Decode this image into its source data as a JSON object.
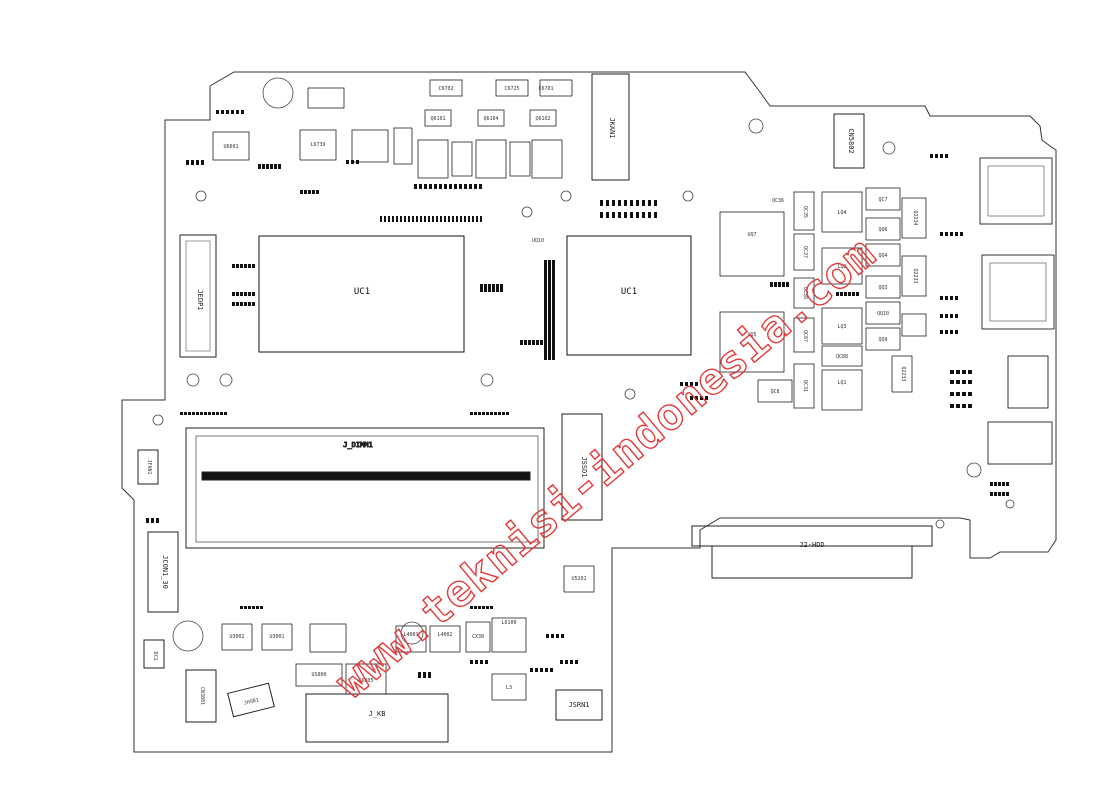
{
  "board": {
    "components": {
      "jkan1": "JKAN1",
      "cn5802": "CN5802",
      "jedp1": "JEDP1",
      "uc1_left": "UC1",
      "uc1_right": "UC1",
      "jdimm1": "J_DIMM1",
      "jssd1": "JSSD1",
      "jcon1_30": "JCON1_30",
      "j2_hdd": "J2-HDD",
      "j_kb": "J_KB",
      "jsrn1": "JSRN1",
      "jhsb1": "JHSB1",
      "jfan1": "JFAN1",
      "u6601": "U6601",
      "u3002": "U3002",
      "u3001": "U3001",
      "u5201": "U5201",
      "us800": "US800",
      "c6005": "C6005",
      "cx38": "CX38",
      "l4001": "L4001",
      "l4002": "L4002",
      "l6100": "L6100",
      "l3": "L3",
      "cn3801": "CN3801",
      "dc1": "DC1",
      "l6739": "L6739",
      "c6701": "C6701",
      "c6702": "C6702",
      "c6725": "C6725",
      "q6101": "Q6101",
      "q6104": "Q6104",
      "q6102": "Q6102",
      "uq7": "UQ7",
      "uq5": "UQ5",
      "qc35": "QC35",
      "qc37": "QC37",
      "qc38": "QC38",
      "qc87": "QC87",
      "lq1": "LQ1",
      "lq2": "LQ2",
      "lq3": "LQ3",
      "lq4": "LQ4",
      "qc8": "QC8",
      "qc88": "QC88",
      "q2233": "Q2233",
      "q2234": "Q2234",
      "qc7": "QC7",
      "qq6": "QQ6",
      "qq4": "QQ4",
      "qq3": "QQ3",
      "qq10": "QQ10",
      "qq9": "QQ9",
      "uq10": "UQ10",
      "qc36": "QC36",
      "qc31": "QC31"
    }
  },
  "watermark": {
    "text": "www.teknisi-indonesia.com",
    "color": "#e23a3a"
  }
}
